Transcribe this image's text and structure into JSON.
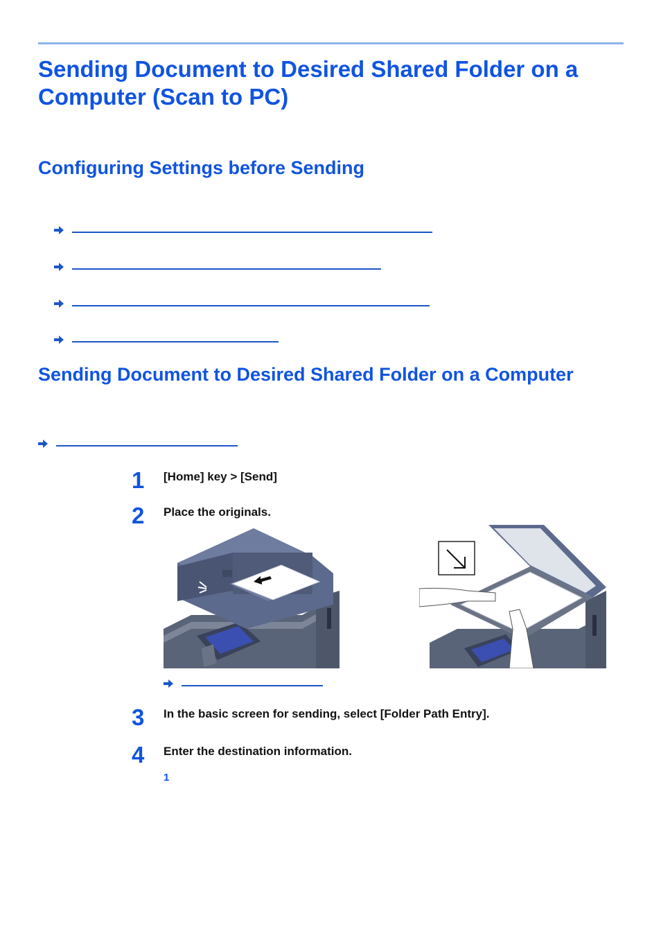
{
  "page": {
    "title": "Sending Document to Desired Shared Folder on a Computer (Scan to PC)"
  },
  "sections": [
    {
      "heading": "Configuring Settings before Sending"
    },
    {
      "heading": "Sending Document to Desired Shared Folder on a Computer"
    }
  ],
  "steps": [
    {
      "number": "1",
      "text": "[Home] key > [Send]"
    },
    {
      "number": "2",
      "text": "Place the originals."
    },
    {
      "number": "3",
      "text": "In the basic screen for sending, select [Folder Path Entry]."
    },
    {
      "number": "4",
      "text": "Enter the destination information."
    }
  ],
  "substep": {
    "number": "1"
  },
  "colors": {
    "accent": "#1054e0",
    "rule": "#8db2ec",
    "link": "#1a56c9"
  }
}
